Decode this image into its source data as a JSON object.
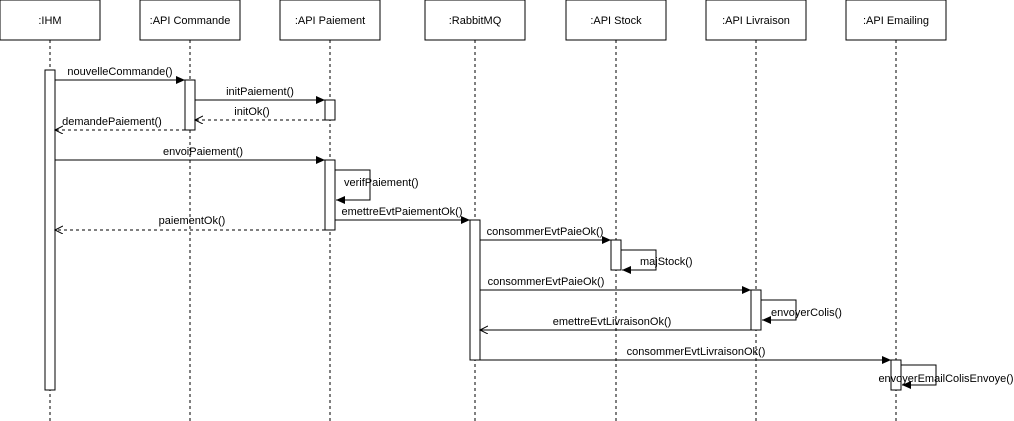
{
  "participants": [
    {
      "id": "ihm",
      "label": ":IHM"
    },
    {
      "id": "cmd",
      "label": ":API Commande"
    },
    {
      "id": "pay",
      "label": ":API Paiement"
    },
    {
      "id": "mq",
      "label": ":RabbitMQ"
    },
    {
      "id": "stock",
      "label": ":API Stock"
    },
    {
      "id": "liv",
      "label": ":API Livraison"
    },
    {
      "id": "mail",
      "label": ":API Emailing"
    }
  ],
  "messages": [
    {
      "from": "ihm",
      "to": "cmd",
      "label": "nouvelleCommande()",
      "kind": "sync"
    },
    {
      "from": "cmd",
      "to": "pay",
      "label": "initPaiement()",
      "kind": "sync"
    },
    {
      "from": "pay",
      "to": "cmd",
      "label": "initOk()",
      "kind": "return"
    },
    {
      "from": "cmd",
      "to": "ihm",
      "label": "demandePaiement()",
      "kind": "return"
    },
    {
      "from": "ihm",
      "to": "pay",
      "label": "envoiPaiement()",
      "kind": "sync"
    },
    {
      "from": "pay",
      "to": "pay",
      "label": "verifPaiement()",
      "kind": "self"
    },
    {
      "from": "pay",
      "to": "mq",
      "label": "emettreEvtPaiementOk()",
      "kind": "sync"
    },
    {
      "from": "pay",
      "to": "ihm",
      "label": "paiementOk()",
      "kind": "return"
    },
    {
      "from": "mq",
      "to": "stock",
      "label": "consommerEvtPaieOk()",
      "kind": "sync"
    },
    {
      "from": "stock",
      "to": "stock",
      "label": "majStock()",
      "kind": "self"
    },
    {
      "from": "mq",
      "to": "liv",
      "label": "consommerEvtPaieOk()",
      "kind": "sync"
    },
    {
      "from": "liv",
      "to": "liv",
      "label": "envoyerColis()",
      "kind": "self"
    },
    {
      "from": "liv",
      "to": "mq",
      "label": "emettreEvtLivraisonOk()",
      "kind": "sync"
    },
    {
      "from": "mq",
      "to": "mail",
      "label": "consommerEvtLivraisonOk()",
      "kind": "sync"
    },
    {
      "from": "mail",
      "to": "mail",
      "label": "envoyerEmailColisEnvoye()",
      "kind": "self"
    }
  ]
}
